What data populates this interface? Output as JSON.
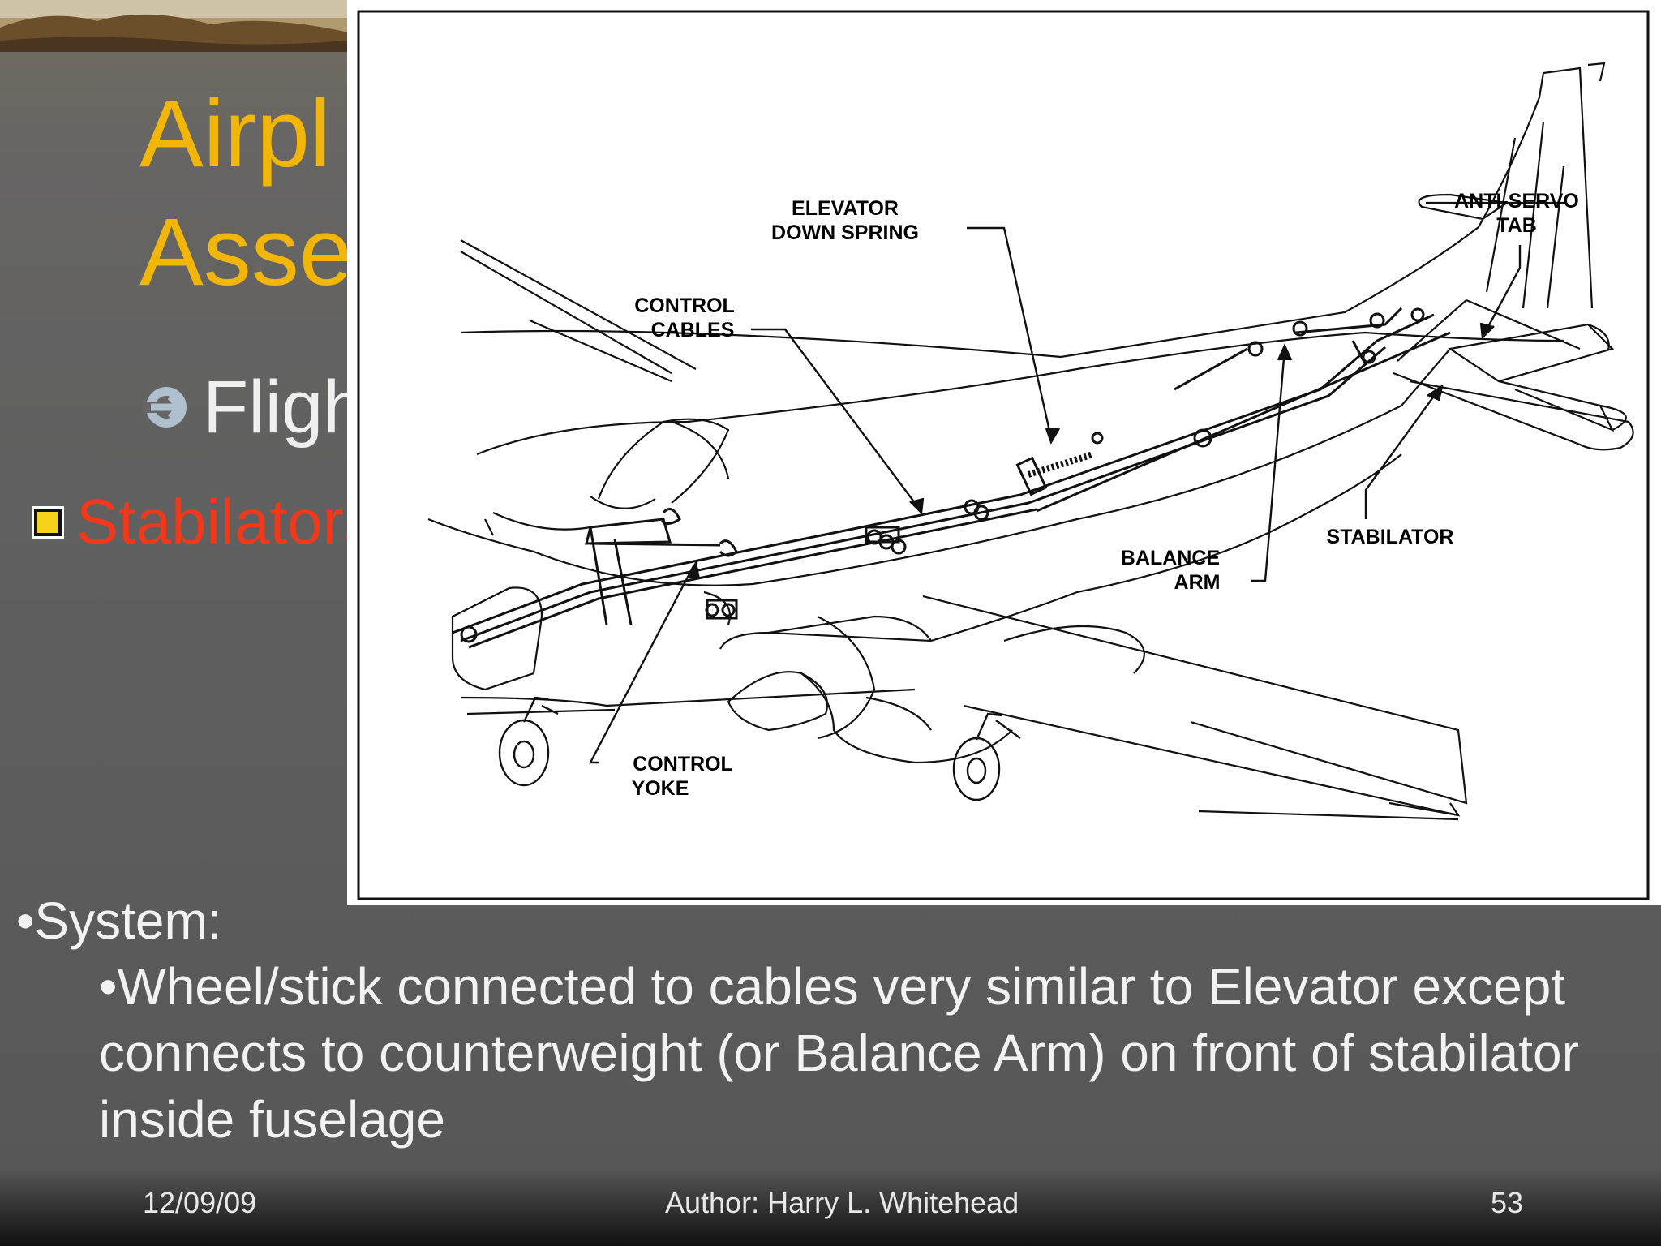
{
  "slide": {
    "title_line1": "Airpl",
    "title_line2": "Asse",
    "flight_text": "Fligh",
    "stab_text": "Stabilators:",
    "system_label": "•System:",
    "system_body": "•Wheel/stick connected to cables very similar to Elevator except connects to counterweight (or Balance Arm) on front of stabilator inside fuselage"
  },
  "diagram": {
    "labels": {
      "elevator_down_spring_1": "ELEVATOR",
      "elevator_down_spring_2": "DOWN SPRING",
      "control_cables_1": "CONTROL",
      "control_cables_2": "CABLES",
      "anti_servo_tab_1": "ANTI-SERVO",
      "anti_servo_tab_2": "TAB",
      "stabilator": "STABILATOR",
      "balance_arm_1": "BALANCE",
      "balance_arm_2": "ARM",
      "control_yoke_1": "CONTROL",
      "control_yoke_2": "YOKE"
    }
  },
  "footer": {
    "date": "12/09/09",
    "author": "Author:  Harry L. Whitehead",
    "page": "53"
  },
  "colors": {
    "title": "#f2b60a",
    "stab_text": "#f0381a",
    "bullet": "#f6d21b",
    "body_text": "#f2f2f2"
  }
}
